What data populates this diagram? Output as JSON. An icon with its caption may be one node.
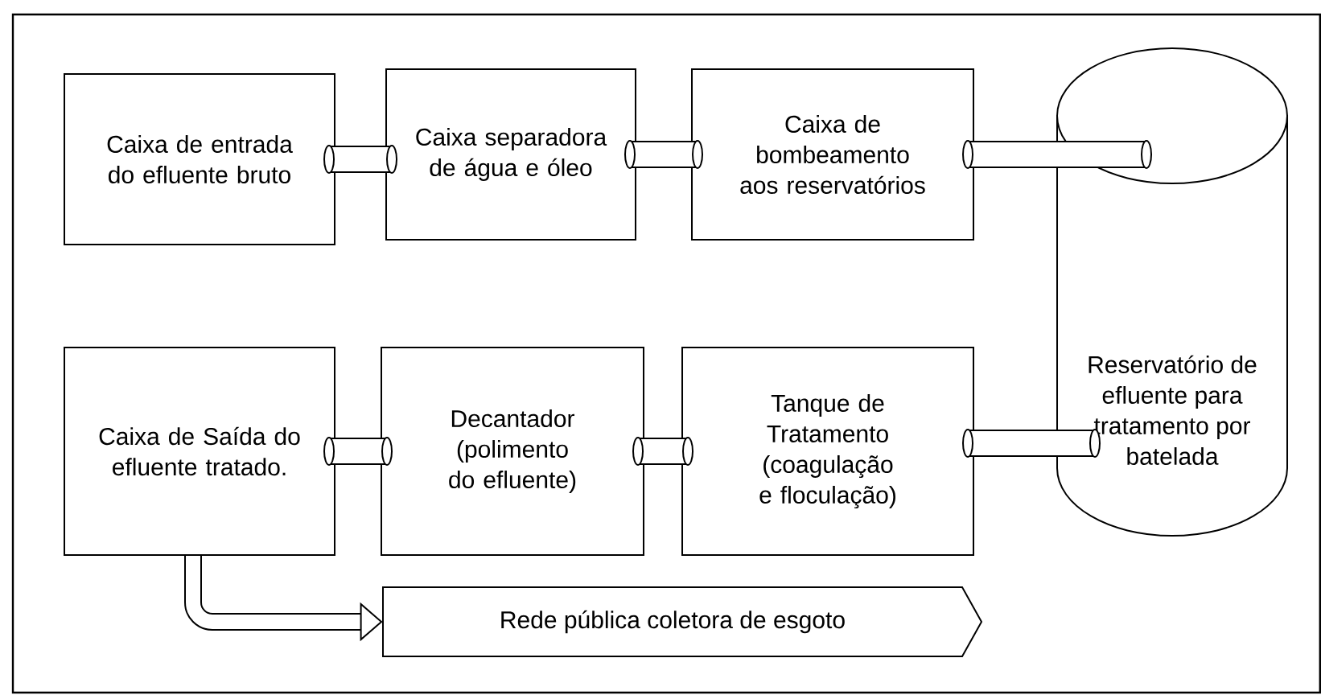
{
  "diagram": {
    "nodes": [
      {
        "text": [
          "Caixa de entrada do efluente bruto"
        ]
      },
      {
        "text": [
          "Caixa separadora de água e óleo"
        ]
      },
      {
        "text": [
          "Caixa de bombeamento aos reservatórios"
        ]
      },
      {
        "text": [
          "Reservatório de efluente para tratamento por batelada"
        ]
      },
      {
        "text": [
          "Caixa de Saída do efluente tratado."
        ]
      },
      {
        "text": [
          "Decantador (polimento do efluente)"
        ]
      },
      {
        "text": [
          "Tanque de Tratamento (coagulação e floculação)"
        ]
      },
      {
        "text": [
          "Rede pública coletora de esgoto"
        ]
      }
    ],
    "edges": [
      {
        "from": 0,
        "to": 1,
        "arrow": "other"
      },
      {
        "from": 1,
        "to": 2,
        "arrow": "other"
      },
      {
        "from": 2,
        "to": 3,
        "arrow": "other"
      },
      {
        "from": 3,
        "to": 6,
        "arrow": "other"
      },
      {
        "from": 6,
        "to": 5,
        "arrow": "other"
      },
      {
        "from": 5,
        "to": 4,
        "arrow": "other"
      },
      {
        "from": 4,
        "to": 7,
        "arrow": "to"
      }
    ]
  }
}
